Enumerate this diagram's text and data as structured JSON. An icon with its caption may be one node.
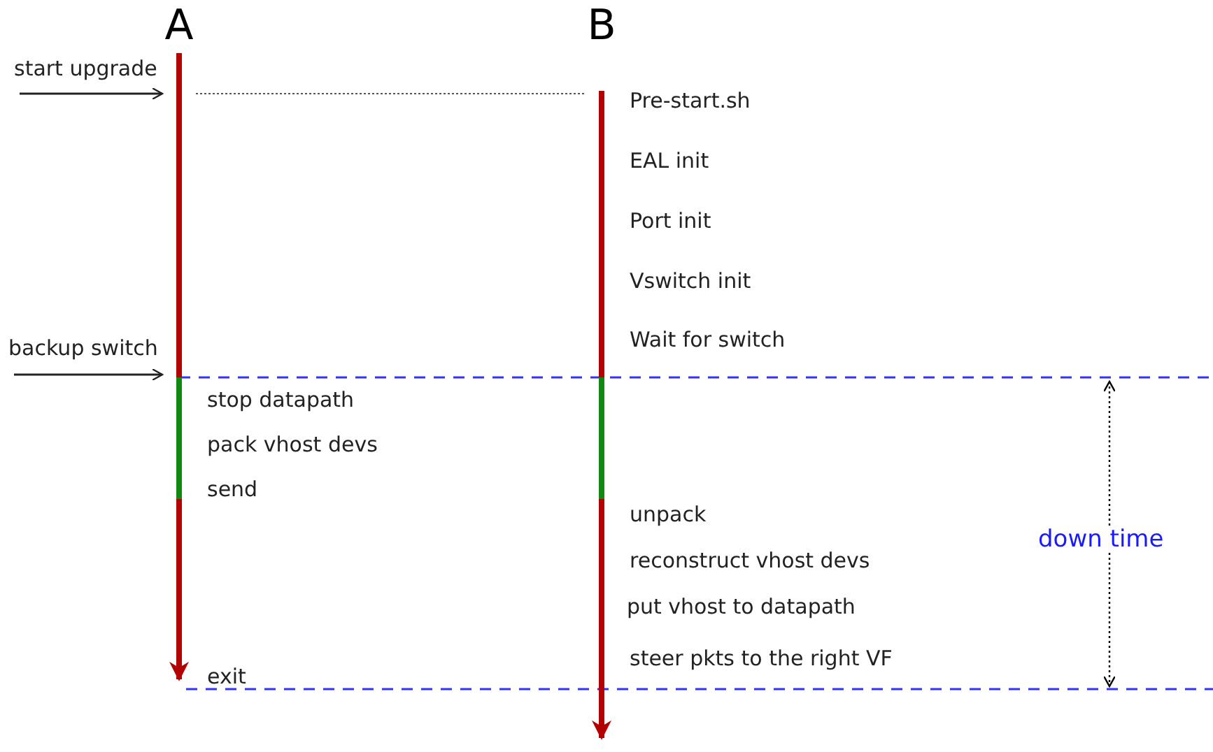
{
  "diagram": {
    "nodes": [
      {
        "text": [
          "A"
        ]
      },
      {
        "text": [
          "B"
        ]
      },
      {
        "text": [
          "start upgrade"
        ]
      },
      {
        "text": [
          "backup switch"
        ]
      }
    ],
    "edges": [
      {
        "from": 2,
        "to": 0,
        "arrow": "to"
      },
      {
        "from": 3,
        "to": 0,
        "arrow": "to"
      },
      {
        "from": 0,
        "to": 1,
        "arrow": "none",
        "style": "dashed"
      }
    ],
    "labels": [
      "Pre-start.sh",
      "EAL init",
      "Port init",
      "Vswitch init",
      "Wait for switch",
      "stop datapath",
      "pack vhost devs",
      "send",
      "unpack",
      "reconstruct vhost devs",
      "put vhost to datapath",
      "down time",
      "steer pkts to the right VF",
      "exit"
    ]
  }
}
